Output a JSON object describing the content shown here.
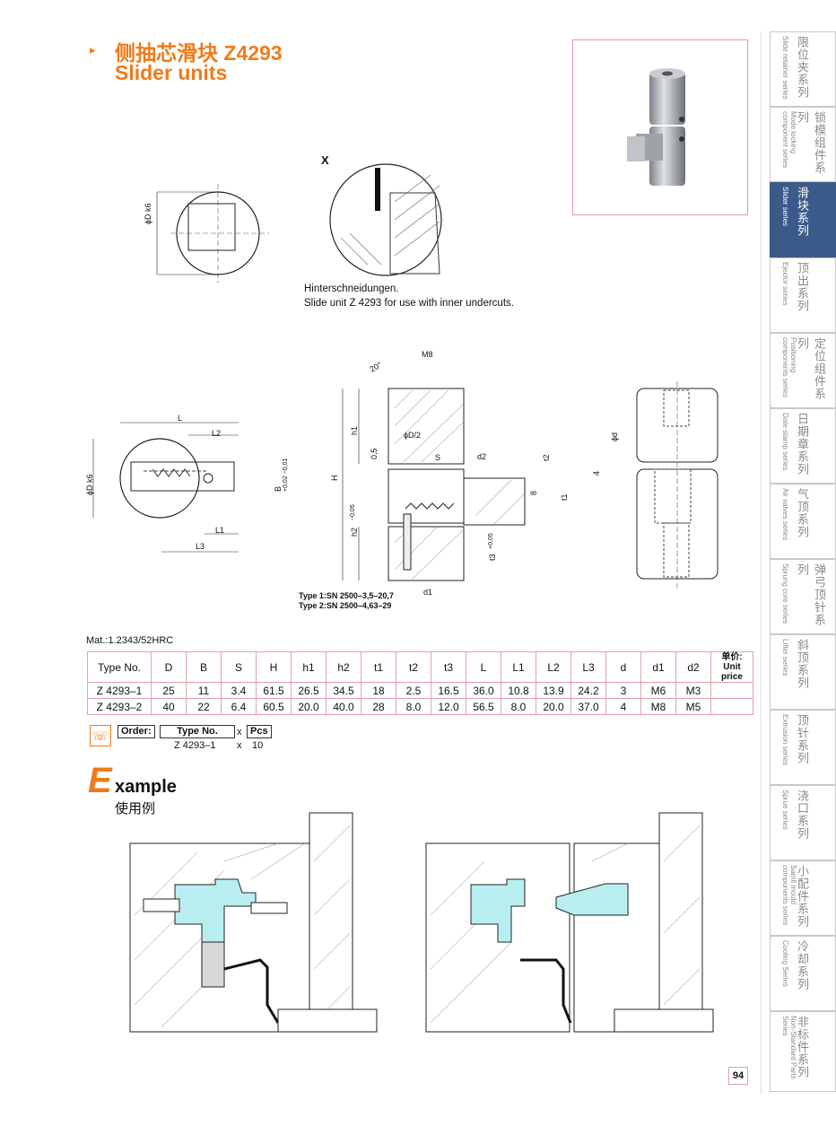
{
  "title": {
    "arrow": "▸",
    "cn": "侧抽芯滑块 Z4293",
    "en": "Slider units"
  },
  "notes": {
    "x_label": "X",
    "de": "Hinterschneidungen.",
    "en": "Slide unit Z 4293 for use with inner undercuts.",
    "type1": "Type 1:SN 2500–3,5–20,7",
    "type2": "Type 2:SN 2500–4,63–29"
  },
  "dims": {
    "l": "L",
    "l2": "L2",
    "l1": "L1",
    "l3": "L3",
    "dk6_top": "ϕD k6",
    "dk6": "ϕD k6",
    "b": "B",
    "b_tol": "+0,02 −0,01",
    "m8": "M8",
    "deg20": "20°",
    "h1": "h1",
    "dd2": "ϕD/2",
    "s": "S",
    "d2": "d2",
    "t2": "t2",
    "v05": "0,5",
    "h": "H",
    "v8": "8",
    "t1": "t1",
    "h2": "h2",
    "h2_tol": "−0,05",
    "t3": "t3",
    "t3_tol": "+0,05",
    "d1": "d1",
    "phid": "ϕd",
    "v4": "4"
  },
  "material": "Mat.:1.2343/52HRC",
  "table": {
    "headers": [
      "Type No.",
      "D",
      "B",
      "S",
      "H",
      "h1",
      "h2",
      "t1",
      "t2",
      "t3",
      "L",
      "L1",
      "L2",
      "L3",
      "d",
      "d1",
      "d2"
    ],
    "price_cn": "单价:",
    "price_en": "Unit price",
    "rows": [
      [
        "Z 4293–1",
        "25",
        "11",
        "3.4",
        "61.5",
        "26.5",
        "34.5",
        "18",
        "2.5",
        "16.5",
        "36.0",
        "10.8",
        "13.9",
        "24.2",
        "3",
        "M6",
        "M3"
      ],
      [
        "Z 4293–2",
        "40",
        "22",
        "6.4",
        "60.5",
        "20.0",
        "40.0",
        "28",
        "8.0",
        "12.0",
        "56.5",
        "8.0",
        "20.0",
        "37.0",
        "4",
        "M8",
        "M5"
      ]
    ]
  },
  "order": {
    "label": "Order:",
    "type_label": "Type No.",
    "x": "x",
    "pcs": "Pcs",
    "example_type": "Z 4293–1",
    "example_x": "x",
    "example_qty": "10"
  },
  "example": {
    "initial": "E",
    "rest": "xample",
    "cn": "使用例"
  },
  "sidebar": [
    {
      "cn": "限位夹系列",
      "en": "Slide retainer series"
    },
    {
      "cn": "锁模组件系列",
      "en": "Mode locking component series"
    },
    {
      "cn": "滑块系列",
      "en": "Slider series",
      "active": true
    },
    {
      "cn": "顶出系列",
      "en": "Ejector series"
    },
    {
      "cn": "定位组件系列",
      "en": "Positioning components series"
    },
    {
      "cn": "日期章系列",
      "en": "Date stamp series"
    },
    {
      "cn": "气顶系列",
      "en": "Air valves series"
    },
    {
      "cn": "弹弓顶针系列",
      "en": "Sprung core series"
    },
    {
      "cn": "斜顶系列",
      "en": "Lifter series"
    },
    {
      "cn": "顶针系列",
      "en": "Extrusion series"
    },
    {
      "cn": "浇口系列",
      "en": "Sprue series"
    },
    {
      "cn": "小配件系列",
      "en": "Samll mould components series"
    },
    {
      "cn": "冷却系列",
      "en": "Cooling Series"
    },
    {
      "cn": "非标件系列",
      "en": "Non-Standard Parts Series"
    }
  ],
  "page_number": "94",
  "colors": {
    "accent": "#f07a1a",
    "table_border": "#e0a2a8",
    "sidebar_active": "#3a5a8a",
    "hatch_fill": "#b9eef0"
  }
}
